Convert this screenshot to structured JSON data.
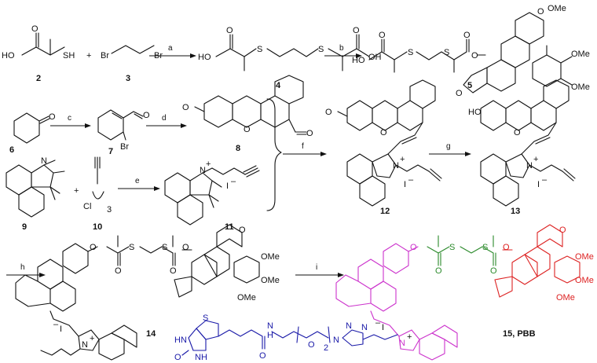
{
  "reagents": [
    "a",
    "b",
    "c",
    "d",
    "e",
    "f",
    "g",
    "h",
    "i"
  ],
  "compounds": [
    "2",
    "3",
    "4",
    "5",
    "6",
    "7",
    "8",
    "9",
    "10",
    "11",
    "12",
    "13",
    "14",
    "15, PBB"
  ],
  "atom_labels": {
    "HO": "HO",
    "SH": "SH",
    "Br": "Br",
    "S": "S",
    "O": "O",
    "OMe": "OMe",
    "plus": "+",
    "minus": "–",
    "iodide": "I",
    "Cl": "Cl",
    "sub3": "3",
    "N": "N",
    "NH": "NH",
    "HN": "HN",
    "H": "H",
    "sub2": "2",
    "N_plus": "N+"
  },
  "colors": {
    "ink": "#111111",
    "fluorophore": "#cc33cc",
    "linker": "#2a8a2a",
    "drug": "#dd2222",
    "biotin": "#1a1aa8"
  }
}
